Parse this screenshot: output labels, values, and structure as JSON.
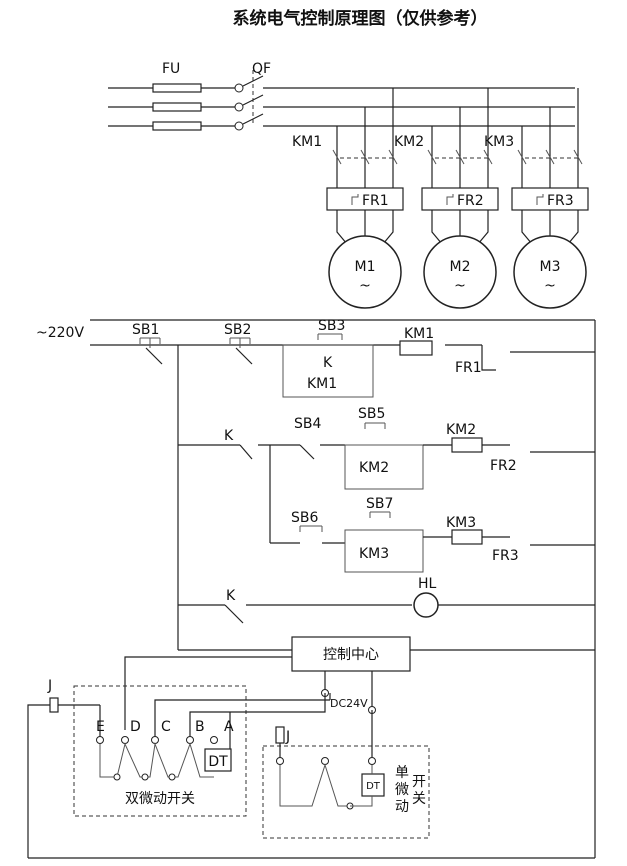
{
  "title": "系统电气控制原理图（仅供参考）",
  "power": {
    "fuse": "FU",
    "breaker": "QF",
    "contactors": [
      "KM1",
      "KM2",
      "KM3"
    ],
    "relays": [
      "FR1",
      "FR2",
      "FR3"
    ],
    "motors": [
      "M1",
      "M2",
      "M3"
    ],
    "motor_symbol": "~"
  },
  "control": {
    "supply": "~220V",
    "sb1": "SB1",
    "sb2": "SB2",
    "sb3": "SB3",
    "sb4": "SB4",
    "sb5": "SB5",
    "sb6": "SB6",
    "sb7": "SB7",
    "k": "K",
    "km1": "KM1",
    "km2": "KM2",
    "km3": "KM3",
    "fr1": "FR1",
    "fr2": "FR2",
    "fr3": "FR3",
    "hl": "HL",
    "center": "控制中心",
    "dc": "DC24V"
  },
  "switches": {
    "j": "J",
    "pins": [
      "E",
      "D",
      "C",
      "B",
      "A"
    ],
    "dt": "DT",
    "double": "双微动开关",
    "single": [
      "单",
      "微",
      "动"
    ],
    "single_suffix": [
      "开",
      "关"
    ]
  }
}
